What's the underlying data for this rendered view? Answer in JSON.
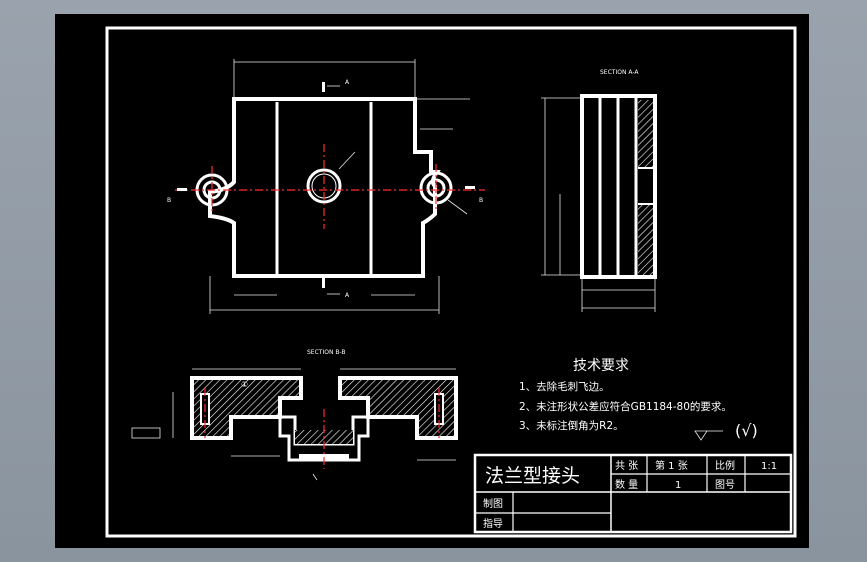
{
  "drawing": {
    "section_aa_label": "SECTION A-A",
    "section_bb_label": "SECTION B-B",
    "cut_mark_a": "A",
    "cut_mark_b": "B",
    "detail_callout": "①",
    "tech_title": "技术要求",
    "tech_items": [
      "1、去除毛刺飞边。",
      "2、未注形状公差应符合GB1184-80的要求。",
      "3、未标注倒角为R2。"
    ],
    "roughness_note": "(√)",
    "title_block": {
      "part_name": "法兰型接头",
      "total_label": "共 张",
      "sheet_label": "第 1 张",
      "scale_label": "比例",
      "scale_value": "1:1",
      "qty_label": "数 量",
      "qty_value": "1",
      "drawing_no_label": "图号",
      "drawn_label": "制图",
      "checked_label": "指导"
    }
  },
  "colors": {
    "background": "#8f99a3",
    "sheet": "#000000",
    "line": "#ffffff",
    "centerline": "#ff2a2a",
    "hatch": "#ffffff"
  }
}
